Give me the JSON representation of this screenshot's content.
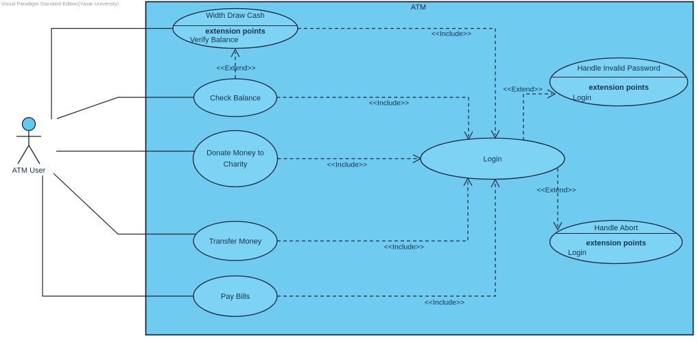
{
  "watermark": "Visual Paradigm Standard Edition(Yasar University)",
  "system": {
    "title": "ATM"
  },
  "actor": {
    "label": "ATM User"
  },
  "use_cases": {
    "withdraw_cash": {
      "title": "Width Draw Cash",
      "extension_points_heading": "extension points",
      "extension_point": "Verify Balance"
    },
    "check_balance": {
      "title": "Check Balance"
    },
    "donate_money": {
      "title_line1": "Donate Money to",
      "title_line2": "Charity"
    },
    "transfer_money": {
      "title": "Transfer Money"
    },
    "pay_bills": {
      "title": "Pay Bills"
    },
    "login": {
      "title": "Login"
    },
    "handle_invalid_password": {
      "title": "Handle Invalid Password",
      "extension_points_heading": "extension points",
      "extension_point": "Login"
    },
    "handle_abort": {
      "title": "Handle Abort",
      "extension_points_heading": "extension points",
      "extension_point": "Login"
    }
  },
  "stereotypes": {
    "include": "<<Include>>",
    "extend": "<<Extend>>"
  },
  "colors": {
    "system_fill": "#6FCBEF",
    "use_case_fill": "#7DD3F3",
    "node_stroke": "#16233B",
    "connector": "#1A2638",
    "text": "#16324E",
    "actor_head_fill": "#62C8EC",
    "watermark_text": "#9B9B9B",
    "canvas": "#FFFFFF"
  }
}
